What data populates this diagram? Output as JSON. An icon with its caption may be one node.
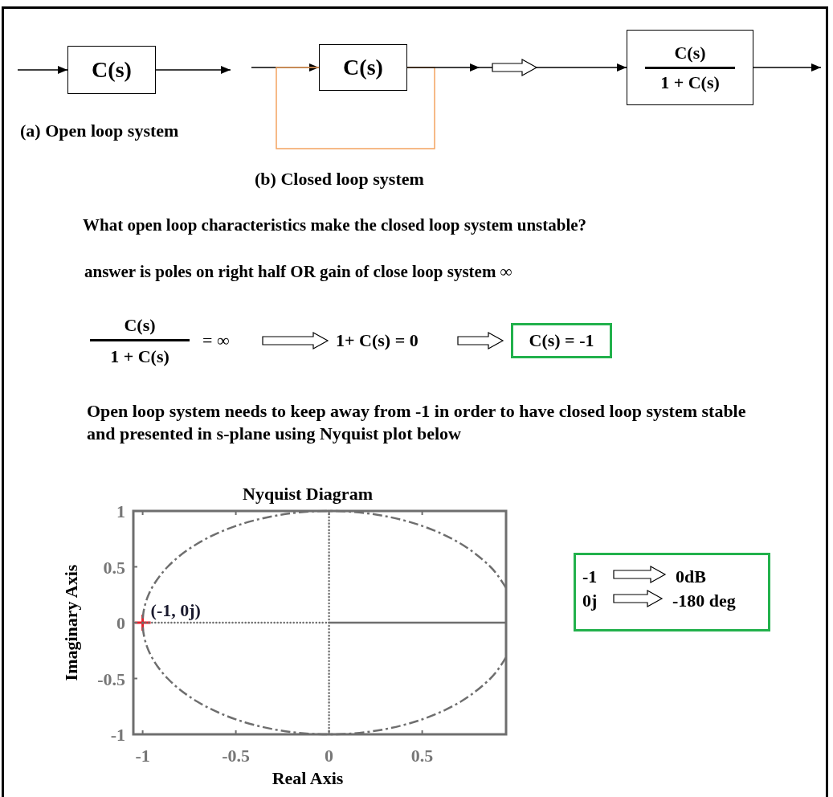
{
  "diagram": {
    "nodes": [
      {
        "text": [
          "C(s)"
        ]
      },
      {
        "text": [
          "C(s)"
        ]
      },
      {
        "text": [
          "C(s)",
          "1 + C(s)"
        ]
      },
      {
        "text": [
          "C(s)",
          "1 + C(s)",
          "= ∞"
        ]
      },
      {
        "text": [
          "1+ C(s) = 0"
        ]
      },
      {
        "text": [
          "C(s) = -1"
        ]
      },
      {
        "text": [],
        "shape": "box"
      },
      {
        "text": [
          "-1"
        ],
        "in": 6
      },
      {
        "text": [
          "0dB"
        ],
        "in": 6
      },
      {
        "text": [
          "0j"
        ],
        "in": 6
      },
      {
        "text": [
          "-180 deg"
        ],
        "in": 6
      }
    ],
    "edges": [
      {
        "from": null,
        "to": 0,
        "arrow": "to"
      },
      {
        "from": 0,
        "to": null,
        "arrow": "to"
      },
      {
        "from": null,
        "to": 1,
        "arrow": "to"
      },
      {
        "from": 1,
        "to": 1,
        "arrow": "none",
        "color": "#f4a460"
      },
      {
        "from": 1,
        "to": 2,
        "arrow": "to"
      },
      {
        "from": 2,
        "to": null,
        "arrow": "to"
      },
      {
        "from": 3,
        "to": 4,
        "arrow": "to",
        "style": "thick"
      },
      {
        "from": 4,
        "to": 5,
        "arrow": "to",
        "style": "thick"
      },
      {
        "from": 7,
        "to": 8,
        "arrow": "to",
        "style": "thick"
      },
      {
        "from": 9,
        "to": 10,
        "arrow": "to",
        "style": "thick"
      }
    ],
    "labels": [
      "(a) Open loop system",
      "(b) Closed loop system",
      "What open loop characteristics make the closed loop system unstable?",
      "answer is poles on right half OR gain of close loop system ∞",
      "Open loop system needs to keep away from -1 in order to have closed loop system stable and presented in s-plane using Nyquist plot below"
    ],
    "chart_data": {
      "type": "line",
      "title": "Nyquist Diagram",
      "xlabel": "Real Axis",
      "ylabel": "Imaginary Axis",
      "x": [
        0.95,
        0.866,
        0.707,
        0.5,
        0.259,
        0,
        -0.259,
        -0.5,
        -0.707,
        -0.866,
        -0.966,
        -1,
        -0.966,
        -0.866,
        -0.707,
        -0.5,
        -0.259,
        0,
        0.259,
        0.5,
        0.707,
        0.866,
        0.95
      ],
      "series": [
        {
          "color": "#6e6e6e",
          "line_style": "dashdot",
          "values": [
            0.312,
            0.5,
            0.707,
            0.866,
            0.966,
            1,
            0.966,
            0.866,
            0.707,
            0.5,
            0.259,
            0,
            -0.259,
            -0.5,
            -0.707,
            -0.866,
            -0.966,
            -1,
            -0.966,
            -0.866,
            -0.707,
            -0.5,
            -0.312
          ]
        },
        {
          "color": "#6e6e6e",
          "values": [
            0,
            null,
            null,
            null,
            null,
            0,
            null,
            null,
            null,
            null,
            null,
            null,
            null,
            null,
            null,
            null,
            null,
            null,
            null,
            null,
            null,
            null,
            null
          ]
        },
        {
          "color": "#6e6e6e",
          "line_style": "dotted",
          "values": [
            null,
            null,
            null,
            null,
            null,
            0,
            null,
            null,
            null,
            null,
            null,
            0,
            null,
            null,
            null,
            null,
            null,
            null,
            null,
            null,
            null,
            null,
            null
          ]
        },
        {
          "color": "#6e6e6e",
          "line_style": "dotted",
          "values": [
            null,
            null,
            null,
            null,
            null,
            1,
            null,
            null,
            null,
            null,
            null,
            null,
            null,
            null,
            null,
            null,
            null,
            -1,
            null,
            null,
            null,
            null,
            null
          ]
        }
      ],
      "xlim": [
        -1.05,
        0.95
      ],
      "ylim": [
        -1,
        1
      ],
      "xticks": [
        -1,
        -0.5,
        0,
        0.5
      ],
      "yticks": [
        -1,
        -0.5,
        0,
        0.5,
        1
      ],
      "annotations": [
        {
          "text": "(-1, 0j)",
          "x": -1,
          "y": 0
        }
      ]
    }
  }
}
